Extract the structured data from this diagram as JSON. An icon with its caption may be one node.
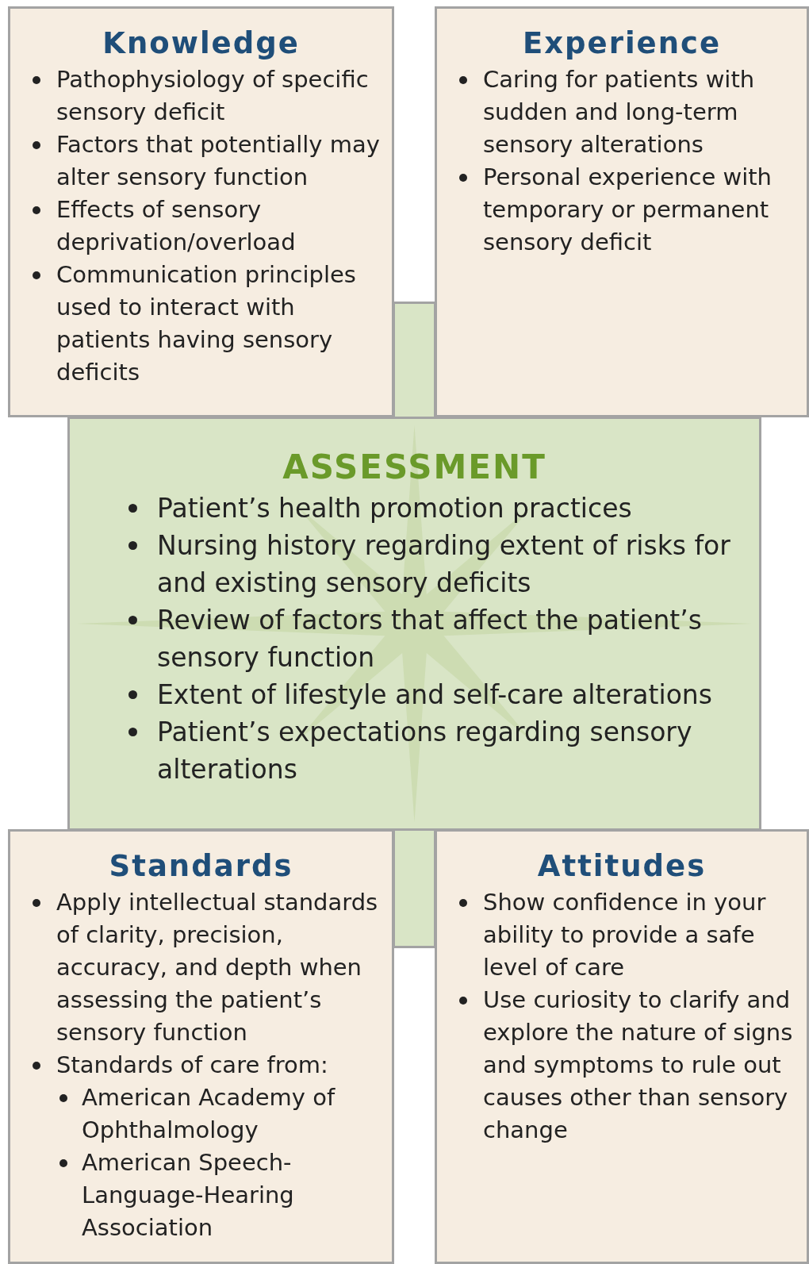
{
  "diagram": {
    "nodes": [
      {
        "text": [
          "Knowledge",
          "Pathophysiology of specific sensory deficit",
          "Factors that potentially may alter sensory function",
          "Effects of sensory deprivation/overload",
          "Communication principles used to interact with patients having sensory deficits"
        ]
      },
      {
        "text": [
          "Experience",
          "Caring for patients with sudden and long-term sensory alterations",
          "Personal experience with temporary or permanent sensory deficit"
        ]
      },
      {
        "text": [
          "ASSESSMENT",
          "Patient’s health promotion practices",
          "Nursing history regarding extent of risks for and existing sensory deficits",
          "Review of factors that affect the patient’s sensory function",
          "Extent of lifestyle and self-care alterations",
          "Patient’s expectations regarding sensory alterations"
        ]
      },
      {
        "text": [
          "Standards",
          "Apply intellectual standards of clarity, precision, accuracy, and depth when assessing the patient’s sensory function",
          "Standards of care from:",
          "American Academy of Ophthalmology",
          "American Speech-Language-Hearing Association"
        ]
      },
      {
        "text": [
          "Attitudes",
          "Show confidence in your ability to provide a safe level of care",
          "Use curiosity to clarify and explore the nature of signs and symptoms to rule out causes other than sensory change"
        ]
      }
    ],
    "edges": []
  }
}
